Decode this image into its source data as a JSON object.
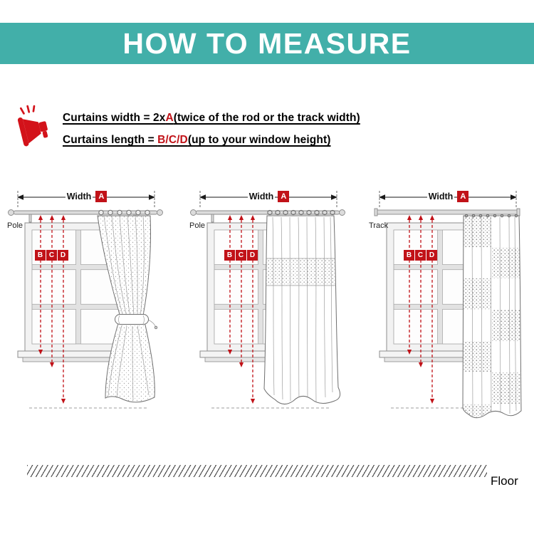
{
  "header": {
    "title": "HOW TO MEASURE",
    "background": "#42afa9"
  },
  "colors": {
    "accent_red": "#c11218",
    "banner_teal": "#42afa9"
  },
  "instructions": {
    "line1": {
      "prefix": "Curtains width = 2x",
      "accent": "A",
      "suffix": "(twice of the rod or the track width)"
    },
    "line2": {
      "prefix": "Curtains length = ",
      "accent": "B/C/D",
      "suffix": "(up to your window height)"
    }
  },
  "diagrams": [
    {
      "support": "Pole",
      "width_label": "Width",
      "width_letter": "A",
      "letters": [
        "B",
        "C",
        "D"
      ],
      "curtain": "grommet-curtain-tied-back"
    },
    {
      "support": "Pole",
      "width_label": "Width",
      "width_letter": "A",
      "letters": [
        "B",
        "C",
        "D"
      ],
      "curtain": "ring-top-sheer-curtain"
    },
    {
      "support": "Track",
      "width_label": "Width",
      "width_letter": "A",
      "letters": [
        "B",
        "C",
        "D"
      ],
      "curtain": "track-panel-curtain"
    }
  ],
  "floor": {
    "label": "Floor"
  }
}
